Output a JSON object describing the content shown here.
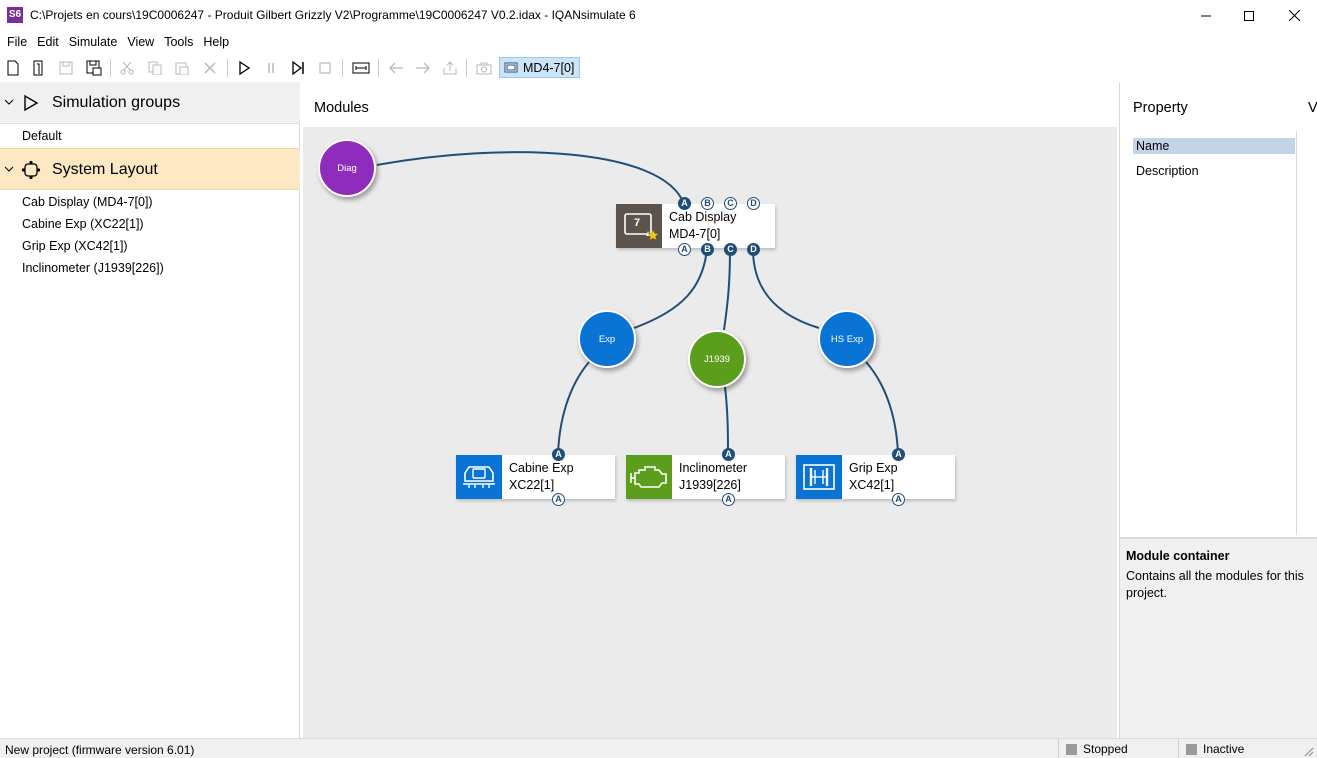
{
  "window": {
    "app_badge": "S6",
    "title": "C:\\Projets en cours\\19C0006247 - Produit Gilbert Grizzly V2\\Programme\\19C0006247 V0.2.idax - IQANsimulate 6"
  },
  "menu": [
    "File",
    "Edit",
    "Simulate",
    "View",
    "Tools",
    "Help"
  ],
  "toolbar": {
    "active_module": "MD4-7[0]"
  },
  "left_panel": {
    "simulation_groups": {
      "label": "Simulation groups",
      "items": [
        "Default"
      ]
    },
    "system_layout": {
      "label": "System Layout",
      "items": [
        "Cab Display (MD4-7[0])",
        "Cabine Exp (XC22[1])",
        "Grip Exp (XC42[1])",
        "Inclinometer (J1939[226])"
      ]
    }
  },
  "modules": {
    "title": "Modules",
    "buses": [
      {
        "label": "Diag",
        "color": "#8e2dbb"
      },
      {
        "label": "Exp",
        "color": "#0a74d4"
      },
      {
        "label": "J1939",
        "color": "#5b9e1c"
      },
      {
        "label": "HS Exp",
        "color": "#0a74d4"
      }
    ],
    "cab_display": {
      "name": "Cab Display",
      "id": "MD4-7[0]",
      "icon_text": "7",
      "ports_top": [
        "A",
        "B",
        "C",
        "D"
      ],
      "ports_bottom": [
        "A",
        "B",
        "C",
        "D"
      ]
    },
    "cabine_exp": {
      "name": "Cabine Exp",
      "id": "XC22[1]",
      "port_top": "A",
      "port_bottom": "A",
      "color": "#0a74d4"
    },
    "inclinometer": {
      "name": "Inclinometer",
      "id": "J1939[226]",
      "port_top": "A",
      "port_bottom": "A",
      "color": "#5b9e1c"
    },
    "grip_exp": {
      "name": "Grip Exp",
      "id": "XC42[1]",
      "port_top": "A",
      "port_bottom": "A",
      "color": "#0a74d4"
    }
  },
  "property_panel": {
    "header": "Property",
    "header2": "V",
    "rows": [
      "Name",
      "Description"
    ],
    "help_title": "Module container",
    "help_text": "Contains all the modules for this project."
  },
  "status": {
    "left": "New project (firmware version 6.01)",
    "sim_state": "Stopped",
    "connection": "Inactive"
  }
}
